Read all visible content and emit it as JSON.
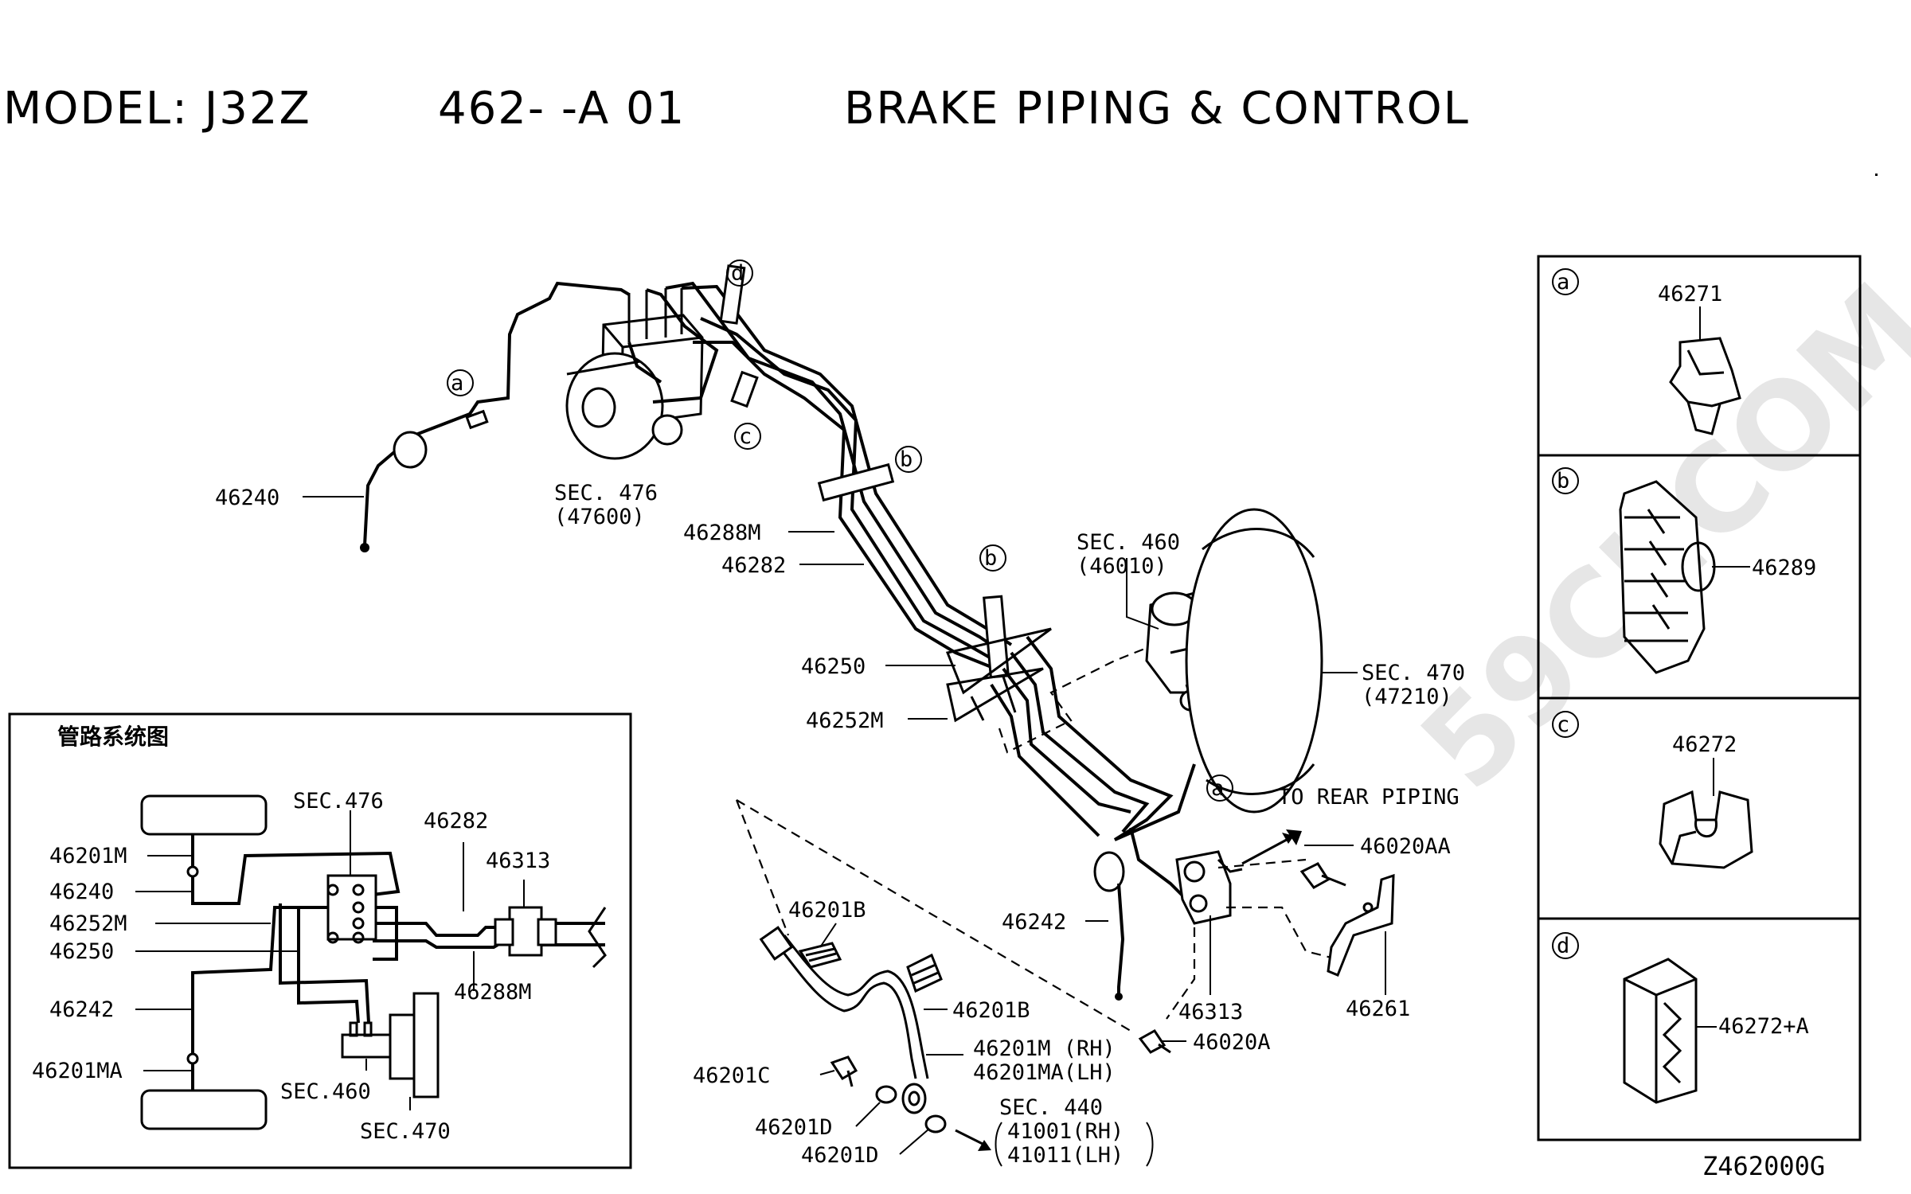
{
  "header": {
    "model": "MODEL: J32Z",
    "code": "462-   -A 01",
    "title": "BRAKE PIPING & CONTROL"
  },
  "watermark": "59CJ.COM",
  "drawing_id": "Z462000G",
  "callout_letters": {
    "a": "a",
    "b": "b",
    "c": "c",
    "d": "d"
  },
  "main_labels": {
    "p46240": "46240",
    "sec476": "SEC. 476",
    "sec476_sub": "(47600)",
    "p46288M": "46288M",
    "p46282": "46282",
    "sec460": "SEC. 460",
    "sec460_sub": "(46010)",
    "sec470": "SEC. 470",
    "sec470_sub": "(47210)",
    "p46250": "46250",
    "p46252M": "46252M",
    "to_rear": "TO REAR PIPING",
    "p46020AA": "46020AA",
    "p46242": "46242",
    "p46313": "46313",
    "p46261": "46261",
    "p46020A": "46020A",
    "p46201B_a": "46201B",
    "p46201B_b": "46201B",
    "p46201M": "46201M (RH)",
    "p46201MA": "46201MA(LH)",
    "p46201C": "46201C",
    "p46201D_a": "46201D",
    "p46201D_b": "46201D",
    "sec440": "SEC. 440",
    "sec440_rh": "41001(RH)",
    "sec440_lh": "41011(LH)"
  },
  "inset": {
    "title": "管路系统图",
    "labels": {
      "p46201M": "46201M",
      "p46240": "46240",
      "p46252M": "46252M",
      "p46250": "46250",
      "p46242": "46242",
      "p46201MA": "46201MA",
      "sec476": "SEC.476",
      "p46282": "46282",
      "p46313": "46313",
      "p46288M": "46288M",
      "sec460": "SEC.460",
      "sec470": "SEC.470"
    }
  },
  "parts_panel": [
    {
      "letter": "a",
      "part": "46271"
    },
    {
      "letter": "b",
      "part": "46289"
    },
    {
      "letter": "c",
      "part": "46272"
    },
    {
      "letter": "d",
      "part": "46272+A"
    }
  ]
}
